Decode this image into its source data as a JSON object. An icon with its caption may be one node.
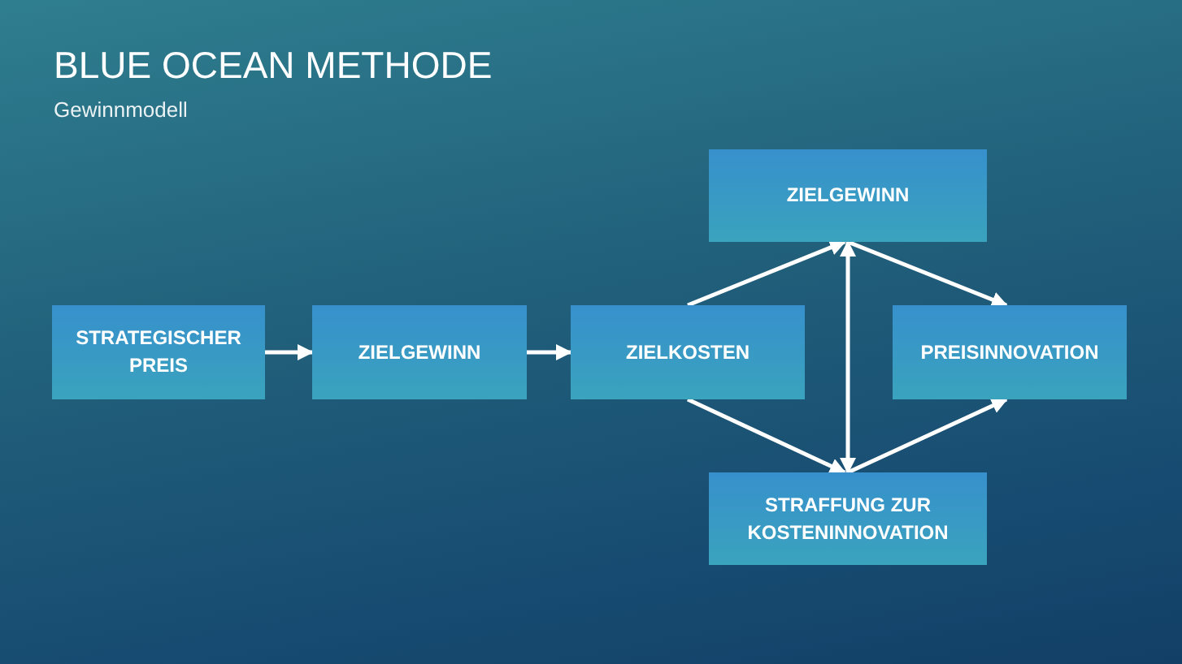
{
  "diagram": {
    "title": "BLUE OCEAN METHODE",
    "caption": "Gewinnmodell",
    "nodes": [
      {
        "text": [
          "STRATEGISCHER PREIS"
        ]
      },
      {
        "text": [
          "ZIELGEWINN"
        ]
      },
      {
        "text": [
          "ZIELKOSTEN"
        ]
      },
      {
        "text": [
          "ZIELGEWINN"
        ]
      },
      {
        "text": [
          "PREISINNOVATION"
        ]
      },
      {
        "text": [
          "STRAFFUNG ZUR KOSTENINNOVATION"
        ]
      }
    ],
    "edges": [
      {
        "from": 0,
        "to": 1,
        "arrow": "to"
      },
      {
        "from": 1,
        "to": 2,
        "arrow": "to"
      },
      {
        "from": 2,
        "to": 3,
        "arrow": "to"
      },
      {
        "from": 3,
        "to": 4,
        "arrow": "to"
      },
      {
        "from": 2,
        "to": 5,
        "arrow": "to"
      },
      {
        "from": 5,
        "to": 4,
        "arrow": "to"
      },
      {
        "from": 3,
        "to": 5,
        "arrow": "both"
      }
    ]
  }
}
